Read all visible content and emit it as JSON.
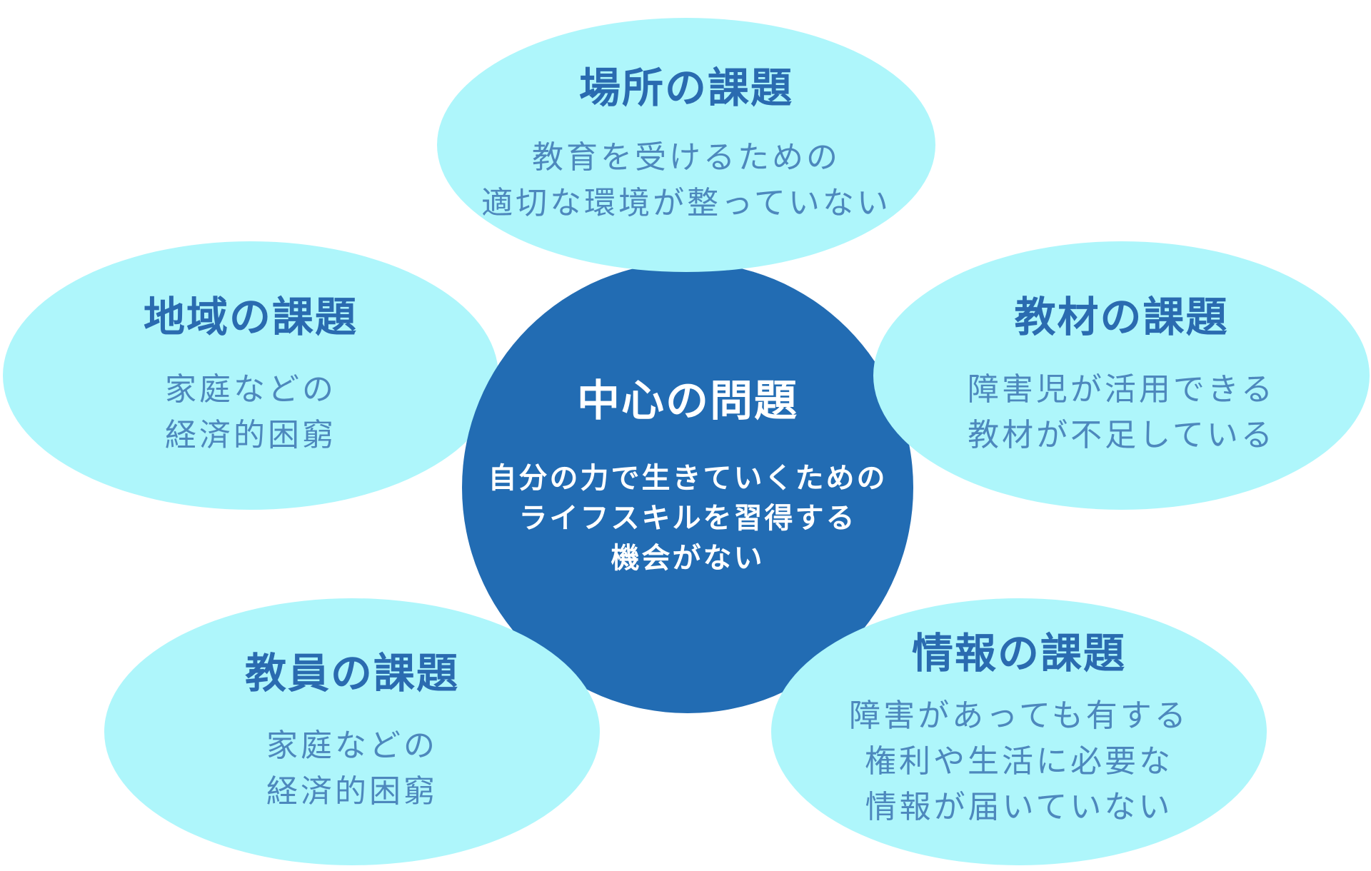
{
  "center": {
    "title": "中心の問題",
    "lines": [
      "自分の力で生きていくための",
      "ライフスキルを習得する",
      "機会がない"
    ]
  },
  "bubbles": {
    "place": {
      "title": "場所の課題",
      "lines": [
        "教育を受けるための",
        "適切な環境が整っていない"
      ]
    },
    "region": {
      "title": "地域の課題",
      "lines": [
        "家庭などの",
        "経済的困窮"
      ]
    },
    "material": {
      "title": "教材の課題",
      "lines": [
        "障害児が活用できる",
        "教材が不足している"
      ]
    },
    "teacher": {
      "title": "教員の課題",
      "lines": [
        "家庭などの",
        "経済的困窮"
      ]
    },
    "info": {
      "title": "情報の課題",
      "lines": [
        "障害があっても有する",
        "権利や生活に必要な",
        "情報が届いていない"
      ]
    }
  },
  "colors": {
    "bubble_fill": "#aef6fb",
    "center_fill": "#226cb3",
    "bubble_title": "#2a6bb0",
    "bubble_text": "#4d88bd",
    "center_text": "#ffffff"
  }
}
